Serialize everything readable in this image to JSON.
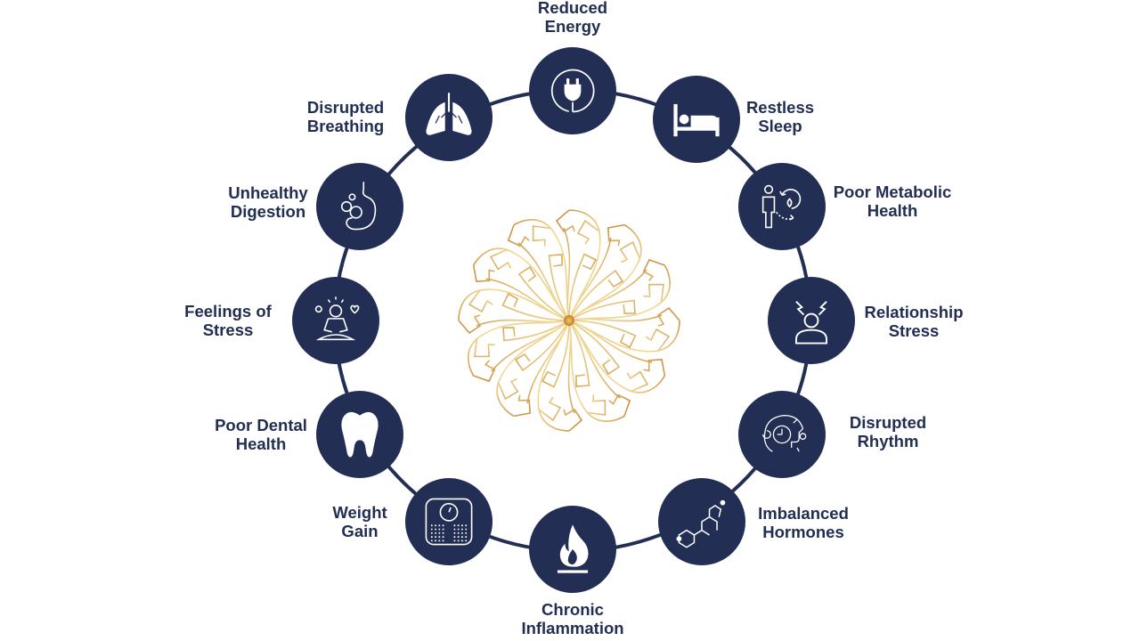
{
  "title": "Symptoms cycle",
  "colors": {
    "navy": "#222e54",
    "gold_light": "#f3dc96",
    "gold_dark": "#c9893a"
  },
  "items": [
    {
      "lines": [
        "Reduced",
        "Energy"
      ],
      "icon": "plug-icon"
    },
    {
      "lines": [
        "Restless",
        "Sleep"
      ],
      "icon": "bed-icon"
    },
    {
      "lines": [
        "Poor Metabolic",
        "Health"
      ],
      "icon": "metabolism-icon"
    },
    {
      "lines": [
        "Relationship",
        "Stress"
      ],
      "icon": "stressed-person-icon"
    },
    {
      "lines": [
        "Disrupted",
        "Rhythm"
      ],
      "icon": "circadian-clock-icon"
    },
    {
      "lines": [
        "Imbalanced",
        "Hormones"
      ],
      "icon": "hormone-molecule-icon"
    },
    {
      "lines": [
        "Chronic",
        "Inflammation"
      ],
      "icon": "flame-icon"
    },
    {
      "lines": [
        "Weight",
        "Gain"
      ],
      "icon": "scale-icon"
    },
    {
      "lines": [
        "Poor Dental",
        "Health"
      ],
      "icon": "tooth-icon"
    },
    {
      "lines": [
        "Feelings of",
        "Stress"
      ],
      "icon": "meditation-icon"
    },
    {
      "lines": [
        "Unhealthy",
        "Digestion"
      ],
      "icon": "stomach-gears-icon"
    },
    {
      "lines": [
        "Disrupted",
        "Breathing"
      ],
      "icon": "lungs-icon"
    }
  ]
}
